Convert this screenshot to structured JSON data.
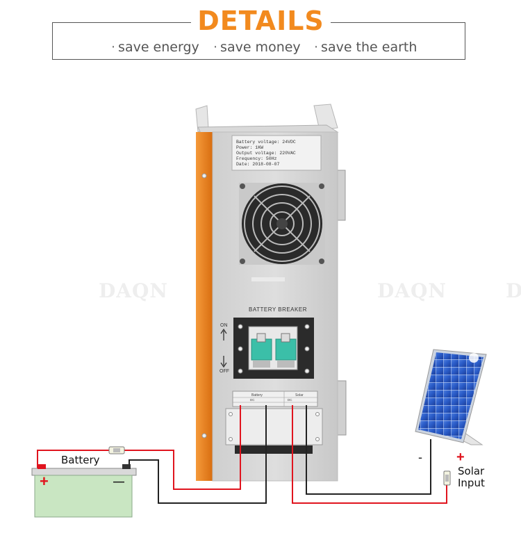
{
  "header": {
    "title": "DETAILS",
    "taglines": [
      "save energy",
      "save money",
      "save the earth"
    ],
    "bullet": "·"
  },
  "watermark": "DAQN",
  "inverter": {
    "label_lines": [
      "Battery voltage: 24VDC",
      "Power: 1KW",
      "Output voltage: 220VAC",
      "Frequency: 50Hz",
      "Date: 2018-08-07"
    ],
    "breaker_label": "BATTERY BREAKER",
    "on_label": "ON",
    "off_label": "OFF",
    "terminal_battery": "Battery",
    "terminal_solar": "Solar",
    "terminal_dc": "DC",
    "terminal_dc2": "DC"
  },
  "battery": {
    "label": "Battery",
    "plus": "+",
    "minus": "—"
  },
  "solar": {
    "label_line1": "Solar",
    "label_line2": "Input",
    "plus": "+",
    "minus": "-"
  },
  "colors": {
    "accent": "#f28a1e",
    "inverter_body": "#d6d6d6",
    "orange_side": "#f0821e",
    "wire_red": "#e0141e",
    "wire_black": "#222222",
    "breaker_green": "#3bbfa8",
    "battery_green": "#c9e6c2"
  }
}
